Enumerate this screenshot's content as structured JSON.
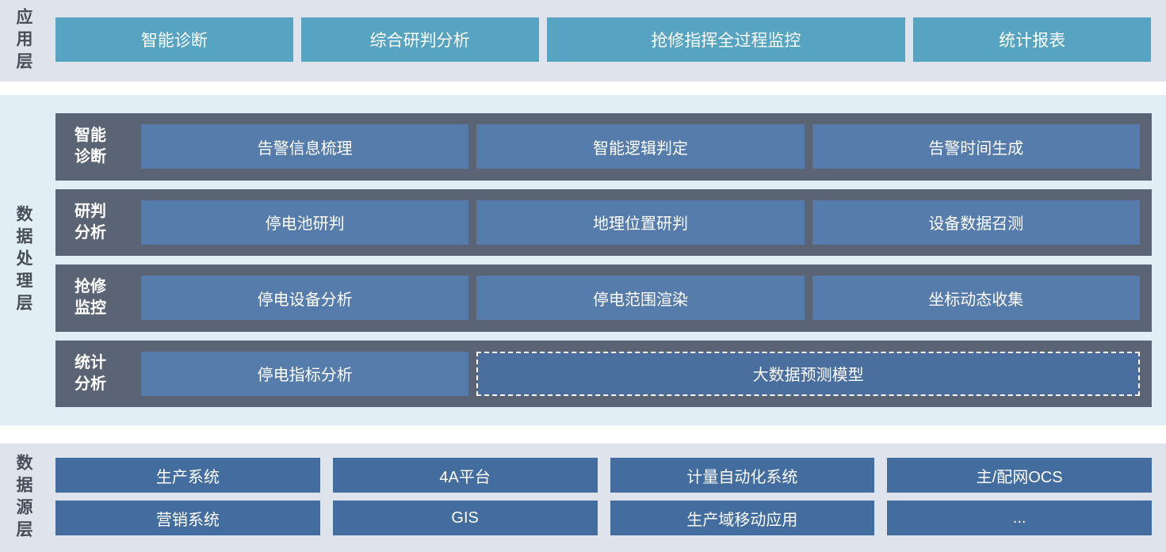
{
  "colors": {
    "section_bg": "#dfe3eb",
    "processing_bg": "#e2eef5",
    "teal_button": "#57a4c2",
    "dark_row": "#5b6474",
    "row_button": "#567cab",
    "dashed_button_fill": "#4a6f9e",
    "source_button": "#436d9e",
    "label_text": "#474e59",
    "button_text": "#ffffff"
  },
  "app_layer": {
    "label": "应用层",
    "buttons": [
      "智能诊断",
      "综合研判分析",
      "抢修指挥全过程监控",
      "统计报表"
    ]
  },
  "processing_layer": {
    "label": "数据处理层",
    "rows": [
      {
        "label": "智能\n诊断",
        "buttons": [
          "告警信息梳理",
          "智能逻辑判定",
          "告警时间生成"
        ]
      },
      {
        "label": "研判\n分析",
        "buttons": [
          "停电池研判",
          "地理位置研判",
          "设备数据召测"
        ]
      },
      {
        "label": "抢修\n监控",
        "buttons": [
          "停电设备分析",
          "停电范围渲染",
          "坐标动态收集"
        ]
      },
      {
        "label": "统计\n分析",
        "buttons": [
          "停电指标分析"
        ],
        "dashed_button": "大数据预测模型"
      }
    ]
  },
  "source_layer": {
    "label": "数据源层",
    "buttons": [
      "生产系统",
      "4A平台",
      "计量自动化系统",
      "主/配网OCS",
      "营销系统",
      "GIS",
      "生产域移动应用",
      "..."
    ]
  }
}
